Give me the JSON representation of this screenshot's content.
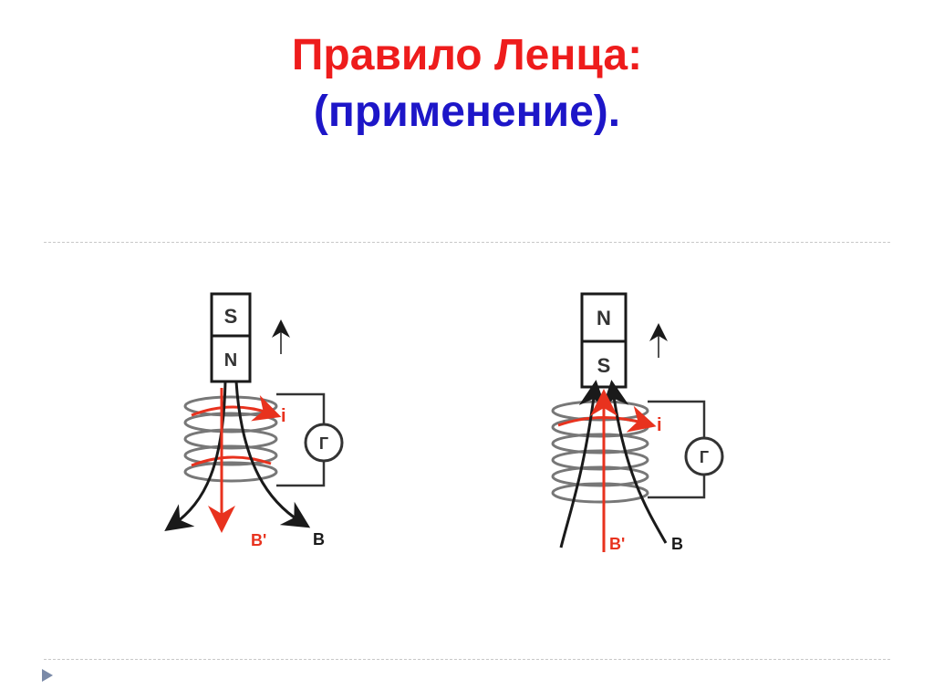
{
  "title": {
    "line1": "Правило Ленца:",
    "line2": "(применение)."
  },
  "colors": {
    "title_primary": "#ee1c1c",
    "title_secondary": "#1d16c8",
    "induced": "#e8321e",
    "field_lines": "#1a1a1a"
  },
  "figures": [
    {
      "magnet_top": "S",
      "magnet_bottom": "N",
      "magnet_motion": "up",
      "field_label": "B",
      "induced_field_label": "B'",
      "induced_field_direction": "down",
      "current_label": "i",
      "galvanometer_label": "Г"
    },
    {
      "magnet_top": "N",
      "magnet_bottom": "S",
      "magnet_motion": "up",
      "field_label": "B",
      "induced_field_label": "B'",
      "induced_field_direction": "up",
      "current_label": "i",
      "galvanometer_label": "Г"
    }
  ],
  "nav": {
    "next_icon": "triangle-right-icon"
  }
}
